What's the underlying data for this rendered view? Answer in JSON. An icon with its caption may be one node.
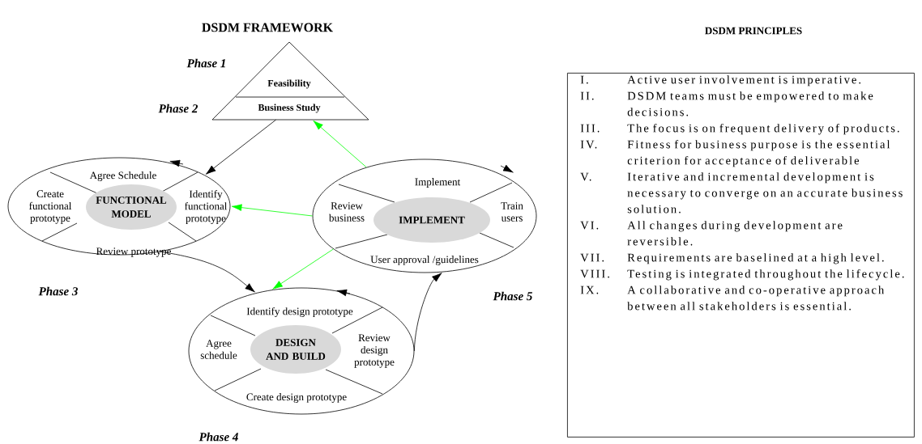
{
  "diagram": {
    "title": "DSDM  FRAMEWORK",
    "nodes": [
      {
        "text": [
          "Feasibility",
          "Business Study"
        ],
        "beside": [
          "Phase 1",
          "Phase 2"
        ]
      },
      {
        "text": [
          "Agree Schedule",
          "Create functional prototype",
          "Identify functional prototype",
          "Review prototype"
        ],
        "beside": [
          "Phase 3"
        ]
      },
      {
        "text": [
          "FUNCTIONAL MODEL"
        ],
        "in": 1
      },
      {
        "text": [
          "Implement",
          "Review business",
          "Train users",
          "User approval /guidelines"
        ],
        "beside": [
          "Phase 5"
        ]
      },
      {
        "text": [
          "IMPLEMENT"
        ],
        "in": 3
      },
      {
        "text": [
          "Identify design prototype",
          "Agree schedule",
          "Review design prototype",
          "Create design prototype"
        ],
        "beside": [
          "Phase 4"
        ]
      },
      {
        "text": [
          "DESIGN AND BUILD"
        ],
        "in": 5
      },
      {
        "text": [
          "DSDM PRINCIPLES",
          "I.",
          "Active user involvement is imperative.",
          "II.",
          "DSDM teams must be empowered to make decisions.",
          "III.",
          "The focus is on frequent delivery of products.",
          "IV.",
          "Fitness for business purpose is the essential criterion for acceptance of deliverable",
          "V.",
          "Iterative and incremental development is necessary to converge on an accurate business solution.",
          "VI.",
          "All changes during development are reversible.",
          "VII.",
          "Requirements are baselined at a high level.",
          "VIII.",
          "Testing is integrated throughout the lifecycle.",
          "IX.",
          "A collaborative and co-operative approach between all stakeholders is essential."
        ]
      }
    ],
    "edges": [
      {
        "from": 0,
        "to": 1,
        "arrow": "to",
        "color": "#000000"
      },
      {
        "from": 3,
        "to": 0,
        "arrow": "to",
        "color": "#00ff00"
      },
      {
        "from": 3,
        "to": 1,
        "arrow": "to",
        "color": "#00ff00"
      },
      {
        "from": 3,
        "to": 5,
        "arrow": "to",
        "color": "#00ff00"
      },
      {
        "from": 1,
        "to": 5,
        "arrow": "to",
        "color": "#000000"
      },
      {
        "from": 5,
        "to": 3,
        "arrow": "to",
        "color": "#000000"
      }
    ]
  }
}
